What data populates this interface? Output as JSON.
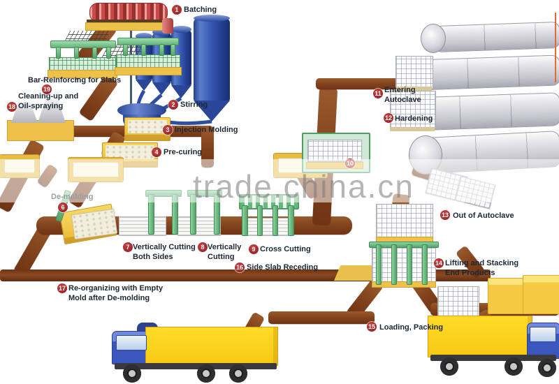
{
  "watermark": "trade.china.cn",
  "steps": [
    {
      "num": "1",
      "label": "Batching"
    },
    {
      "num": "2",
      "label": "Stirring"
    },
    {
      "num": "3",
      "label": "Injection Molding"
    },
    {
      "num": "4",
      "label": "Pre-curing"
    },
    {
      "num": "6",
      "label": "De-molding"
    },
    {
      "num": "7",
      "label": "Vertically Cutting Both Sides"
    },
    {
      "num": "8",
      "label": "Vertically Cutting"
    },
    {
      "num": "9",
      "label": "Cross Cutting"
    },
    {
      "num": "10",
      "label": ""
    },
    {
      "num": "11",
      "label": "Entering Autoclave"
    },
    {
      "num": "12",
      "label": "Hardening"
    },
    {
      "num": "13",
      "label": "Out of Autoclave"
    },
    {
      "num": "14",
      "label": "Lifting and Stacking End Products"
    },
    {
      "num": "15",
      "label": "Loading, Packing"
    },
    {
      "num": "16",
      "label": "Side Slab Receding"
    },
    {
      "num": "17",
      "label": "Re-organizing with Empty Mold after De-molding"
    },
    {
      "num": "18",
      "label": "Cleaning-up and Oil-spraying"
    },
    {
      "num": "19",
      "label": "Bar-Reinforcing for Slabs"
    }
  ],
  "colors": {
    "conveyor": "#84451e",
    "mold_yellow": "#e9b832",
    "machine_green": "#55a46a",
    "silo_blue": "#3a5cb5",
    "badge_red": "#8e1f24",
    "truck_yellow": "#f7c913",
    "truck_blue": "#3a57bd",
    "autoclave_gray": "#c7c7cf",
    "label_text": "#1c2733"
  }
}
